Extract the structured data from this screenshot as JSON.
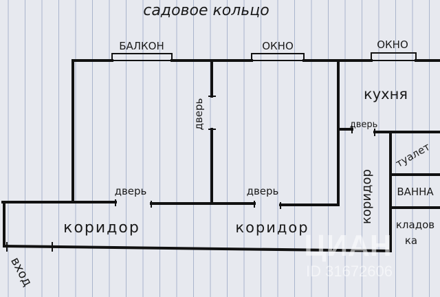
{
  "street": "садовое кольцо",
  "rooms": {
    "balcony": "БАЛКОН",
    "window_1": "ОКНО",
    "window_2": "ОКНО",
    "kitchen": "кухня",
    "toilet": "туалет",
    "bath": "ВАННА",
    "storage_line1": "кладов",
    "storage_line2": "ка"
  },
  "doors": {
    "inner_door": "дверь",
    "kitchen_door": "дверь",
    "left_room_door": "дверь",
    "middle_room_door": "дверь"
  },
  "corridors": {
    "left": "коридор",
    "middle": "коридор",
    "right": "коридор"
  },
  "entrance": "вход",
  "watermark": "ЦИАН",
  "watermark_id": "ID 31672606"
}
